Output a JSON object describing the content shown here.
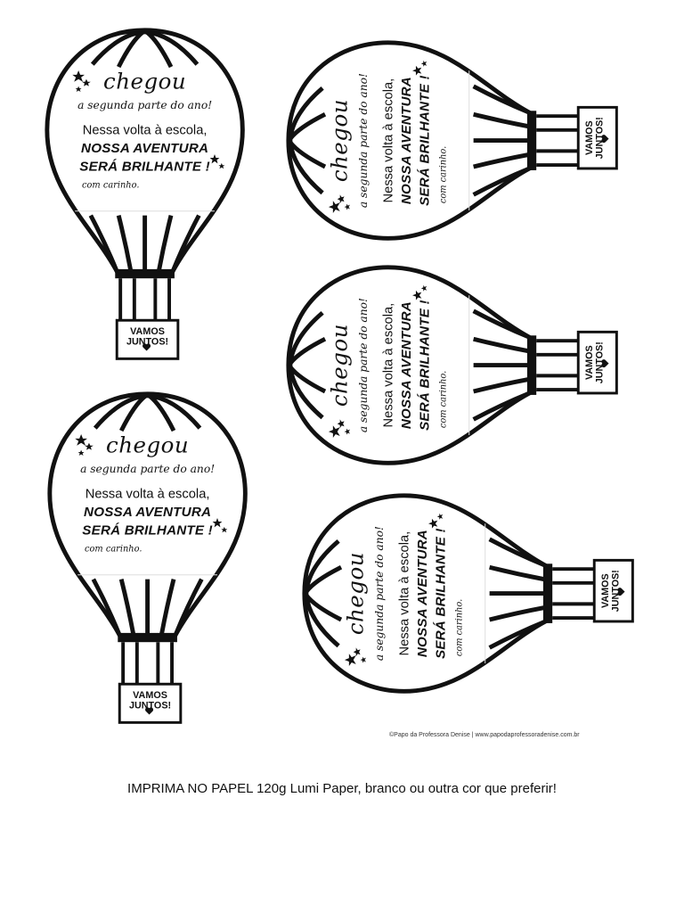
{
  "balloon": {
    "headline": "chegou",
    "subtitle": "a segunda parte do ano!",
    "line": "Nessa volta à escola,",
    "bold_line_1": "NOSSA AVENTURA",
    "bold_line_2": "SERÁ BRILHANTE !",
    "signoff": "com carinho.",
    "basket_line_1": "VAMOS",
    "basket_line_2": "JUNTOS!"
  },
  "footer": {
    "credit": "©Papo da Professora Denise | www.papodaprofessoradenise.com.br",
    "instruction": "IMPRIMA NO PAPEL 120g  Lumi Paper, branco ou outra cor que preferir!"
  },
  "icons": [
    "star-icon",
    "heart-icon"
  ]
}
